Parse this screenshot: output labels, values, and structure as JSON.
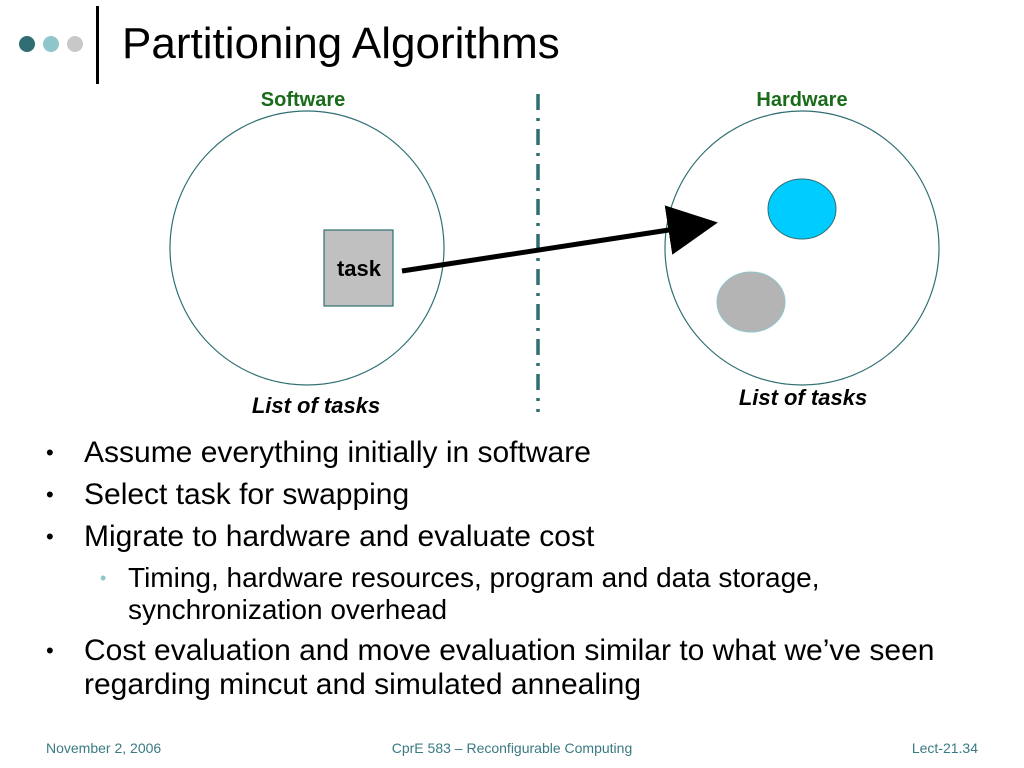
{
  "slide": {
    "title": "Partitioning Algorithms"
  },
  "diagram": {
    "software_label": "Software",
    "hardware_label": "Hardware",
    "task_label": "task",
    "software_caption": "List of tasks",
    "hardware_caption": "List of tasks"
  },
  "bullets": [
    "Assume everything initially in software",
    "Select task for swapping",
    "Migrate to hardware and evaluate cost",
    "Timing, hardware resources, program and data storage, synchronization overhead",
    "Cost evaluation and move evaluation similar to what we’ve seen regarding mincut and simulated annealing"
  ],
  "footer": {
    "date": "November 2, 2006",
    "course": "CprE 583 – Reconfigurable Computing",
    "lecture": "Lect-21.34"
  },
  "colors": {
    "label_green": "#1a6b1a",
    "footer_teal": "#3a7a82",
    "divider_teal": "#2f6f72",
    "cyan_task": "#00ccff",
    "gray_task": "#b4b4b4",
    "dot_dark": "#2f6f72",
    "dot_light": "#8fc6cc",
    "dot_gray": "#c8c8c8"
  }
}
